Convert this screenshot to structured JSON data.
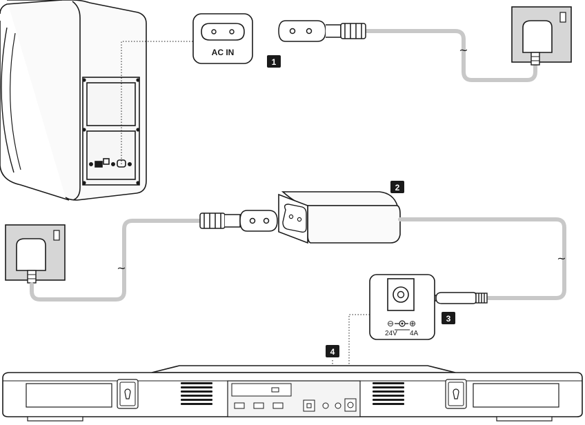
{
  "ac_in_label": "AC IN",
  "steps": [
    "1",
    "2",
    "3",
    "4"
  ],
  "power_adapter": {
    "voltage": "24V",
    "current": "4A",
    "polarity_minus": "⊖",
    "polarity_plus": "⊕"
  },
  "wave_symbol": "~",
  "colors": {
    "line": "#1a1a1a",
    "cable": "#c8c8c8",
    "panel": "#eeeeee",
    "badge": "#1a1a1a",
    "wall_plate": "#d6d6d6"
  }
}
